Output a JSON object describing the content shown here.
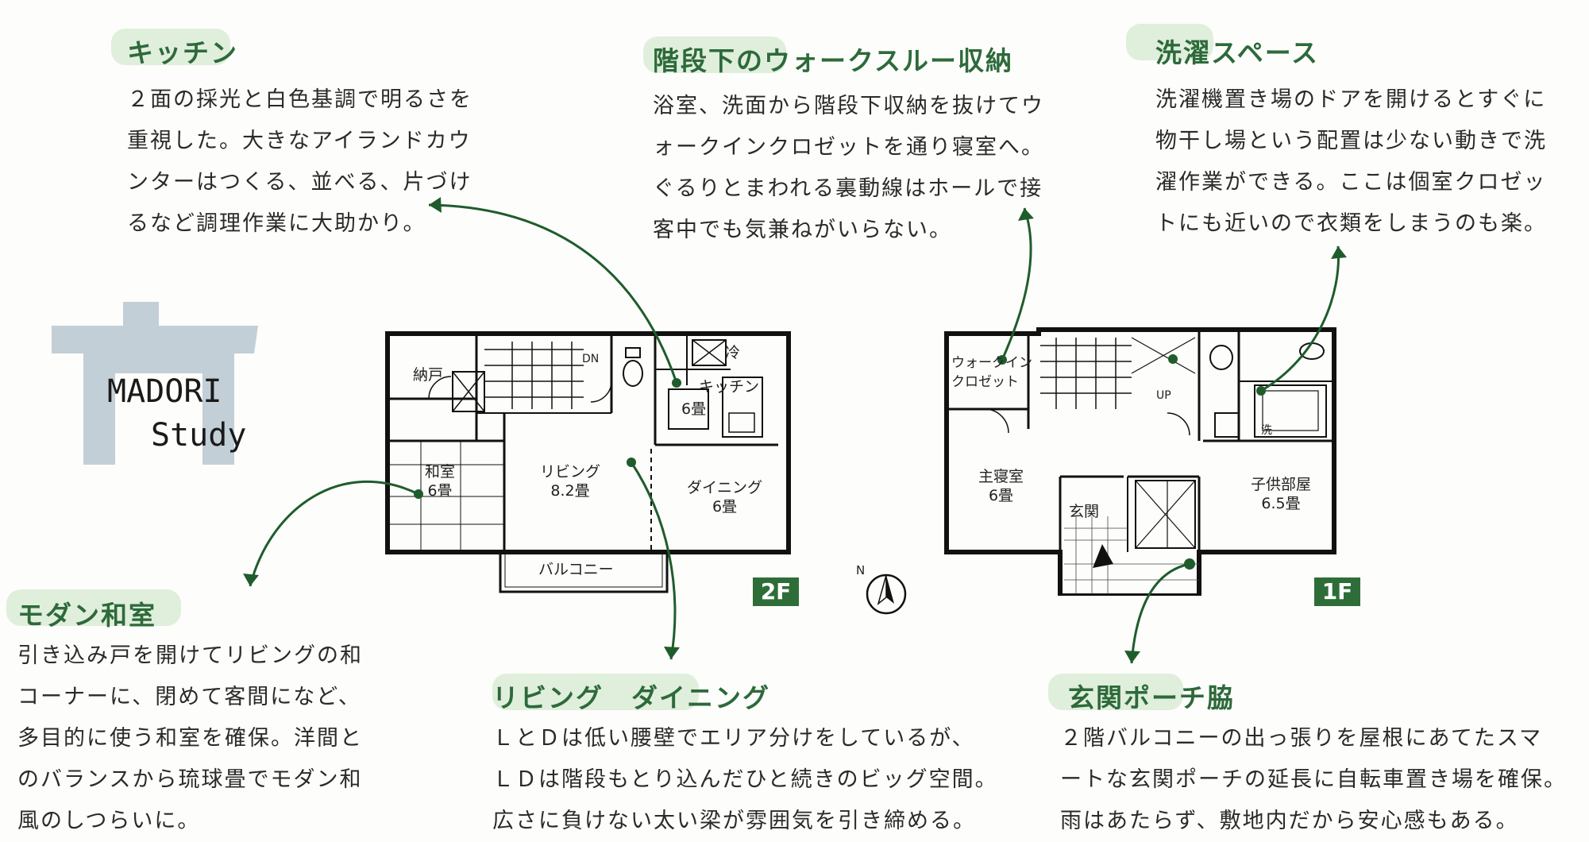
{
  "logo": {
    "line1": "MADORI",
    "line2": "Study"
  },
  "sections": {
    "kitchen": {
      "title": "キッチン",
      "lines": [
        "２面の採光と白色基調で明るさを",
        "重視した。大きなアイランドカウ",
        "ンターはつくる、並べる、片づけ",
        "るなど調理作業に大助かり。"
      ]
    },
    "walkthrough": {
      "title": "階段下のウォークスルー収納",
      "lines": [
        "浴室、洗面から階段下収納を抜けてウ",
        "ォークインクロゼットを通り寝室へ。",
        "ぐるりとまわれる裏動線はホールで接",
        "客中でも気兼ねがいらない。"
      ]
    },
    "laundry": {
      "title": "洗濯スペース",
      "lines": [
        "洗濯機置き場のドアを開けるとすぐに",
        "物干し場という配置は少ない動きで洗",
        "濯作業ができる。ここは個室クロゼッ",
        "トにも近いので衣類をしまうのも楽。"
      ]
    },
    "washitsu": {
      "title": "モダン和室",
      "lines": [
        "引き込み戸を開けてリビングの和",
        "コーナーに、閉めて客間になど、",
        "多目的に使う和室を確保。洋間と",
        "のバランスから琉球畳でモダン和",
        "風のしつらいに。"
      ]
    },
    "living": {
      "title": "リビング　ダイニング",
      "lines": [
        "ＬとＤは低い腰壁でエリア分けをしているが、",
        "ＬＤは階段もとり込んだひと続きのビッグ空間。",
        "広さに負けない太い梁が雰囲気を引き締める。"
      ]
    },
    "porch": {
      "title": "玄関ポーチ脇",
      "lines": [
        "２階バルコニーの出っ張りを屋根にあてたスマ",
        "ートな玄関ポーチの延長に自転車置き場を確保。",
        "雨はあたらず、敷地内だから安心感もある。"
      ]
    }
  },
  "plan2f": {
    "badge": "2F",
    "nando": "納戸",
    "dn": "DN",
    "rei": "冷",
    "kitchen": "キッチン",
    "kitchen_size": "6畳",
    "washitsu": "和室",
    "washitsu_size": "6畳",
    "living": "リビング",
    "living_size": "8.2畳",
    "dining": "ダイニング",
    "dining_size": "6畳",
    "balcony": "バルコニー"
  },
  "plan1f": {
    "badge": "1F",
    "wic1": "ウォークイン",
    "wic2": "クロゼット",
    "up": "UP",
    "master": "主寝室",
    "master_size": "6畳",
    "kids": "子供部屋",
    "kids_size": "6.5畳",
    "entrance": "玄関",
    "sen": "洗"
  },
  "compass": {
    "label": "N"
  },
  "colors": {
    "accent": "#2e6d38",
    "highlight": "#cde4c8"
  }
}
